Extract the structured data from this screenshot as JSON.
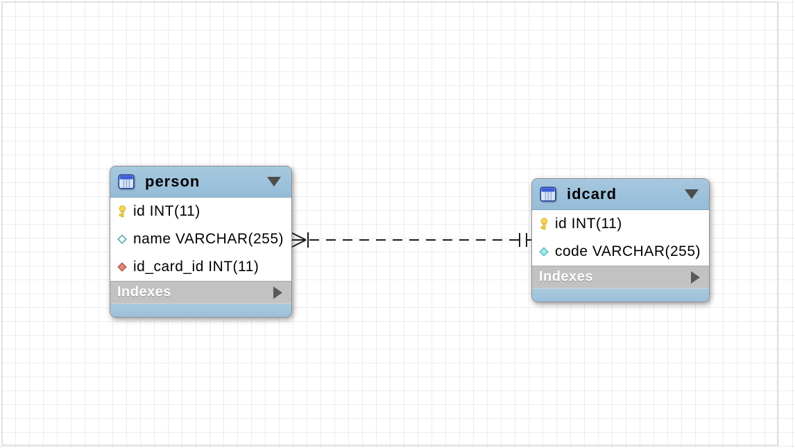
{
  "diagram": {
    "background": "#ffffff",
    "grid_color": "#ececec",
    "page_boundary_color": "#e2e2e2"
  },
  "tables": [
    {
      "title": "person",
      "header_icon": "table-icon",
      "collapse_icon": "triangle-down-icon",
      "columns": [
        {
          "label": "id INT(11)",
          "icon": "primary-key-icon"
        },
        {
          "label": "name VARCHAR(255)",
          "icon": "nullable-column-icon"
        },
        {
          "label": "id_card_id INT(11)",
          "icon": "foreign-key-column-icon"
        }
      ],
      "sections": [
        {
          "label": "Indexes",
          "icon": "triangle-right-icon"
        }
      ]
    },
    {
      "title": "idcard",
      "header_icon": "table-icon",
      "collapse_icon": "triangle-down-icon",
      "columns": [
        {
          "label": "id INT(11)",
          "icon": "primary-key-icon"
        },
        {
          "label": "code VARCHAR(255)",
          "icon": "notnull-column-icon"
        }
      ],
      "sections": [
        {
          "label": "Indexes",
          "icon": "triangle-right-icon"
        }
      ]
    }
  ],
  "relationship": {
    "from_table": "person",
    "from_notation": "crow-foot-many-with-bar",
    "to_table": "idcard",
    "to_notation": "double-bar-one",
    "line_style": "dashed",
    "type": "non-identifying one-to-many"
  },
  "colors": {
    "table_header": "#9cc0da",
    "table_footer": "#9cc0da",
    "section_bar": "#c2c2c2",
    "section_text": "#ffffff",
    "row_text": "#000000",
    "connector": "#1b1b1b",
    "key_icon": "#f6d84d",
    "fk_diamond": "#e08a7e",
    "notnull_diamond": "#9ceee7",
    "nullable_diamond": "#ffffff"
  }
}
